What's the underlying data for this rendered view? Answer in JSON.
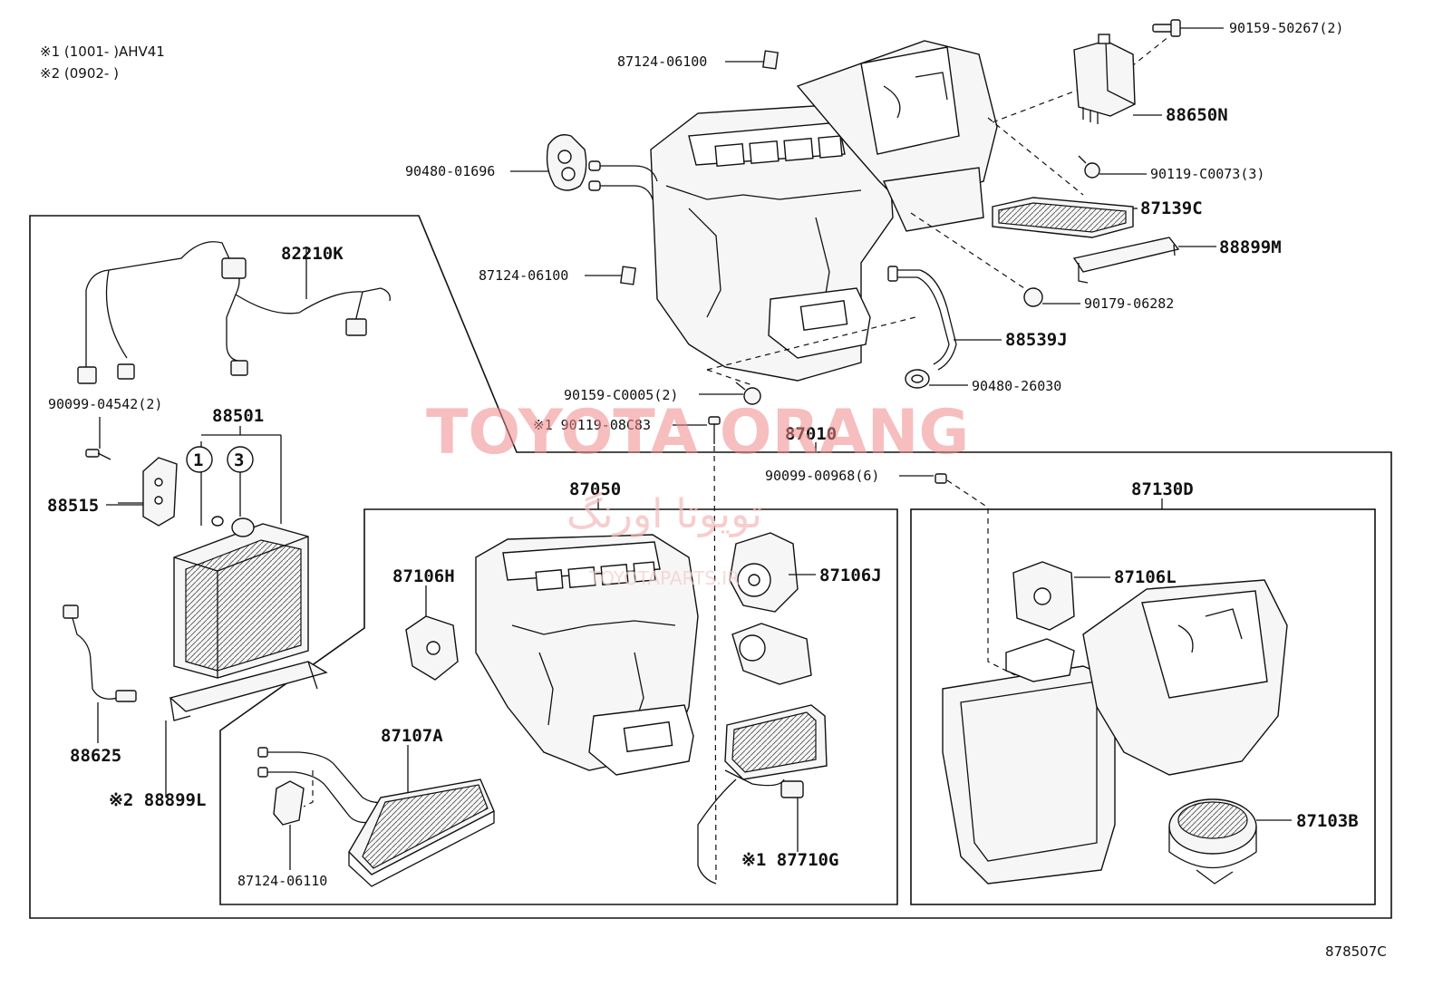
{
  "notes": {
    "note1": "※1 (1001-      )AHV41",
    "note2": "※2 (0902-      )"
  },
  "watermark": {
    "brand": "TOYOTA ORANG",
    "arabic": "تويوتا اورنگ",
    "sub": "TOYOTAPARTS.IR"
  },
  "figure_code": "878507C",
  "parts": {
    "p87124_06100_top": "87124-06100",
    "p90480_01696": "90480-01696",
    "p87124_06100_mid": "87124-06100",
    "p90159_50267": "90159-50267(2)",
    "p88650N": "88650N",
    "p90119_C0073": "90119-C0073(3)",
    "p87139C": "87139C",
    "p88899M": "88899M",
    "p90179_06282": "90179-06282",
    "p88539J": "88539J",
    "p90480_26030": "90480-26030",
    "p90159_C0005": "90159-C0005(2)",
    "p90119_08C83": "※1 90119-08C83",
    "p87010": "87010",
    "p90099_00968": "90099-00968(6)",
    "p87130D": "87130D",
    "p82210K": "82210K",
    "p90099_04542": "90099-04542(2)",
    "p88501": "88501",
    "p88515": "88515",
    "p87050": "87050",
    "p87106H": "87106H",
    "p87106J": "87106J",
    "p87106L": "87106L",
    "p88625": "88625",
    "p88899L": "※2 88899L",
    "p87107A": "87107A",
    "p87124_06110": "87124-06110",
    "p87710G": "※1 87710G",
    "p87103B": "87103B"
  },
  "callouts": {
    "c1": "1",
    "c3": "3"
  }
}
